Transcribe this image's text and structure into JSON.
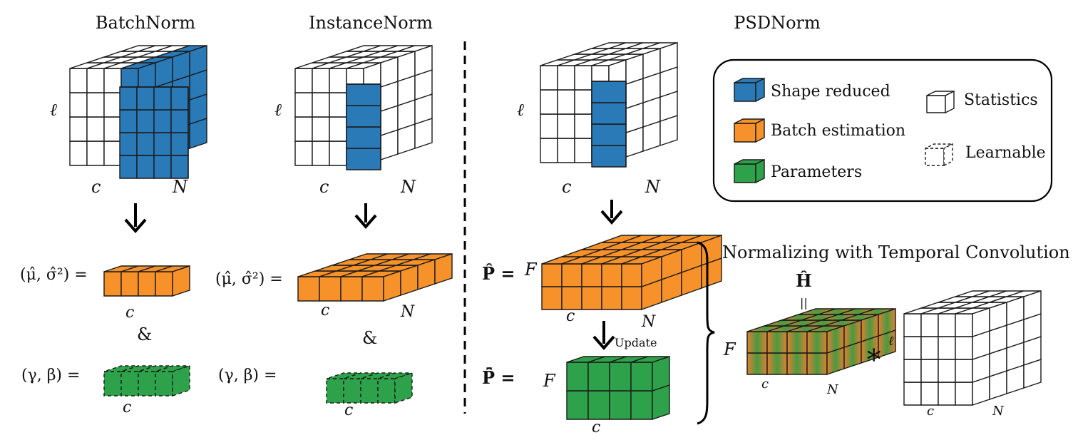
{
  "columns": {
    "batchnorm": "BatchNorm",
    "instancenorm": "InstanceNorm",
    "psdnorm": "PSDNorm"
  },
  "axes": {
    "ell": "ℓ",
    "c": "c",
    "N": "N",
    "F": "F"
  },
  "formulas": {
    "stats_lhs": "(μ̂, σ̂²) =",
    "params_lhs": "(γ, β) =",
    "ampersand": "&",
    "p_hat": "P̂ =",
    "p_bar_hat": "P̂̄ =",
    "update": "Update",
    "h_hat": "Ĥ",
    "equals_vertical": "||",
    "convolution": "∗"
  },
  "right_title": "Normalizing with Temporal Convolution",
  "legend": {
    "shape_reduced": "Shape reduced",
    "batch_estimation": "Batch estimation",
    "parameters": "Parameters",
    "statistics": "Statistics",
    "learnable": "Learnable"
  },
  "colors": {
    "blue": "#2a7ab8",
    "orange": "#f7922a",
    "green": "#2ea24a",
    "olive": "#8a9436",
    "line": "#1a1a1a"
  }
}
